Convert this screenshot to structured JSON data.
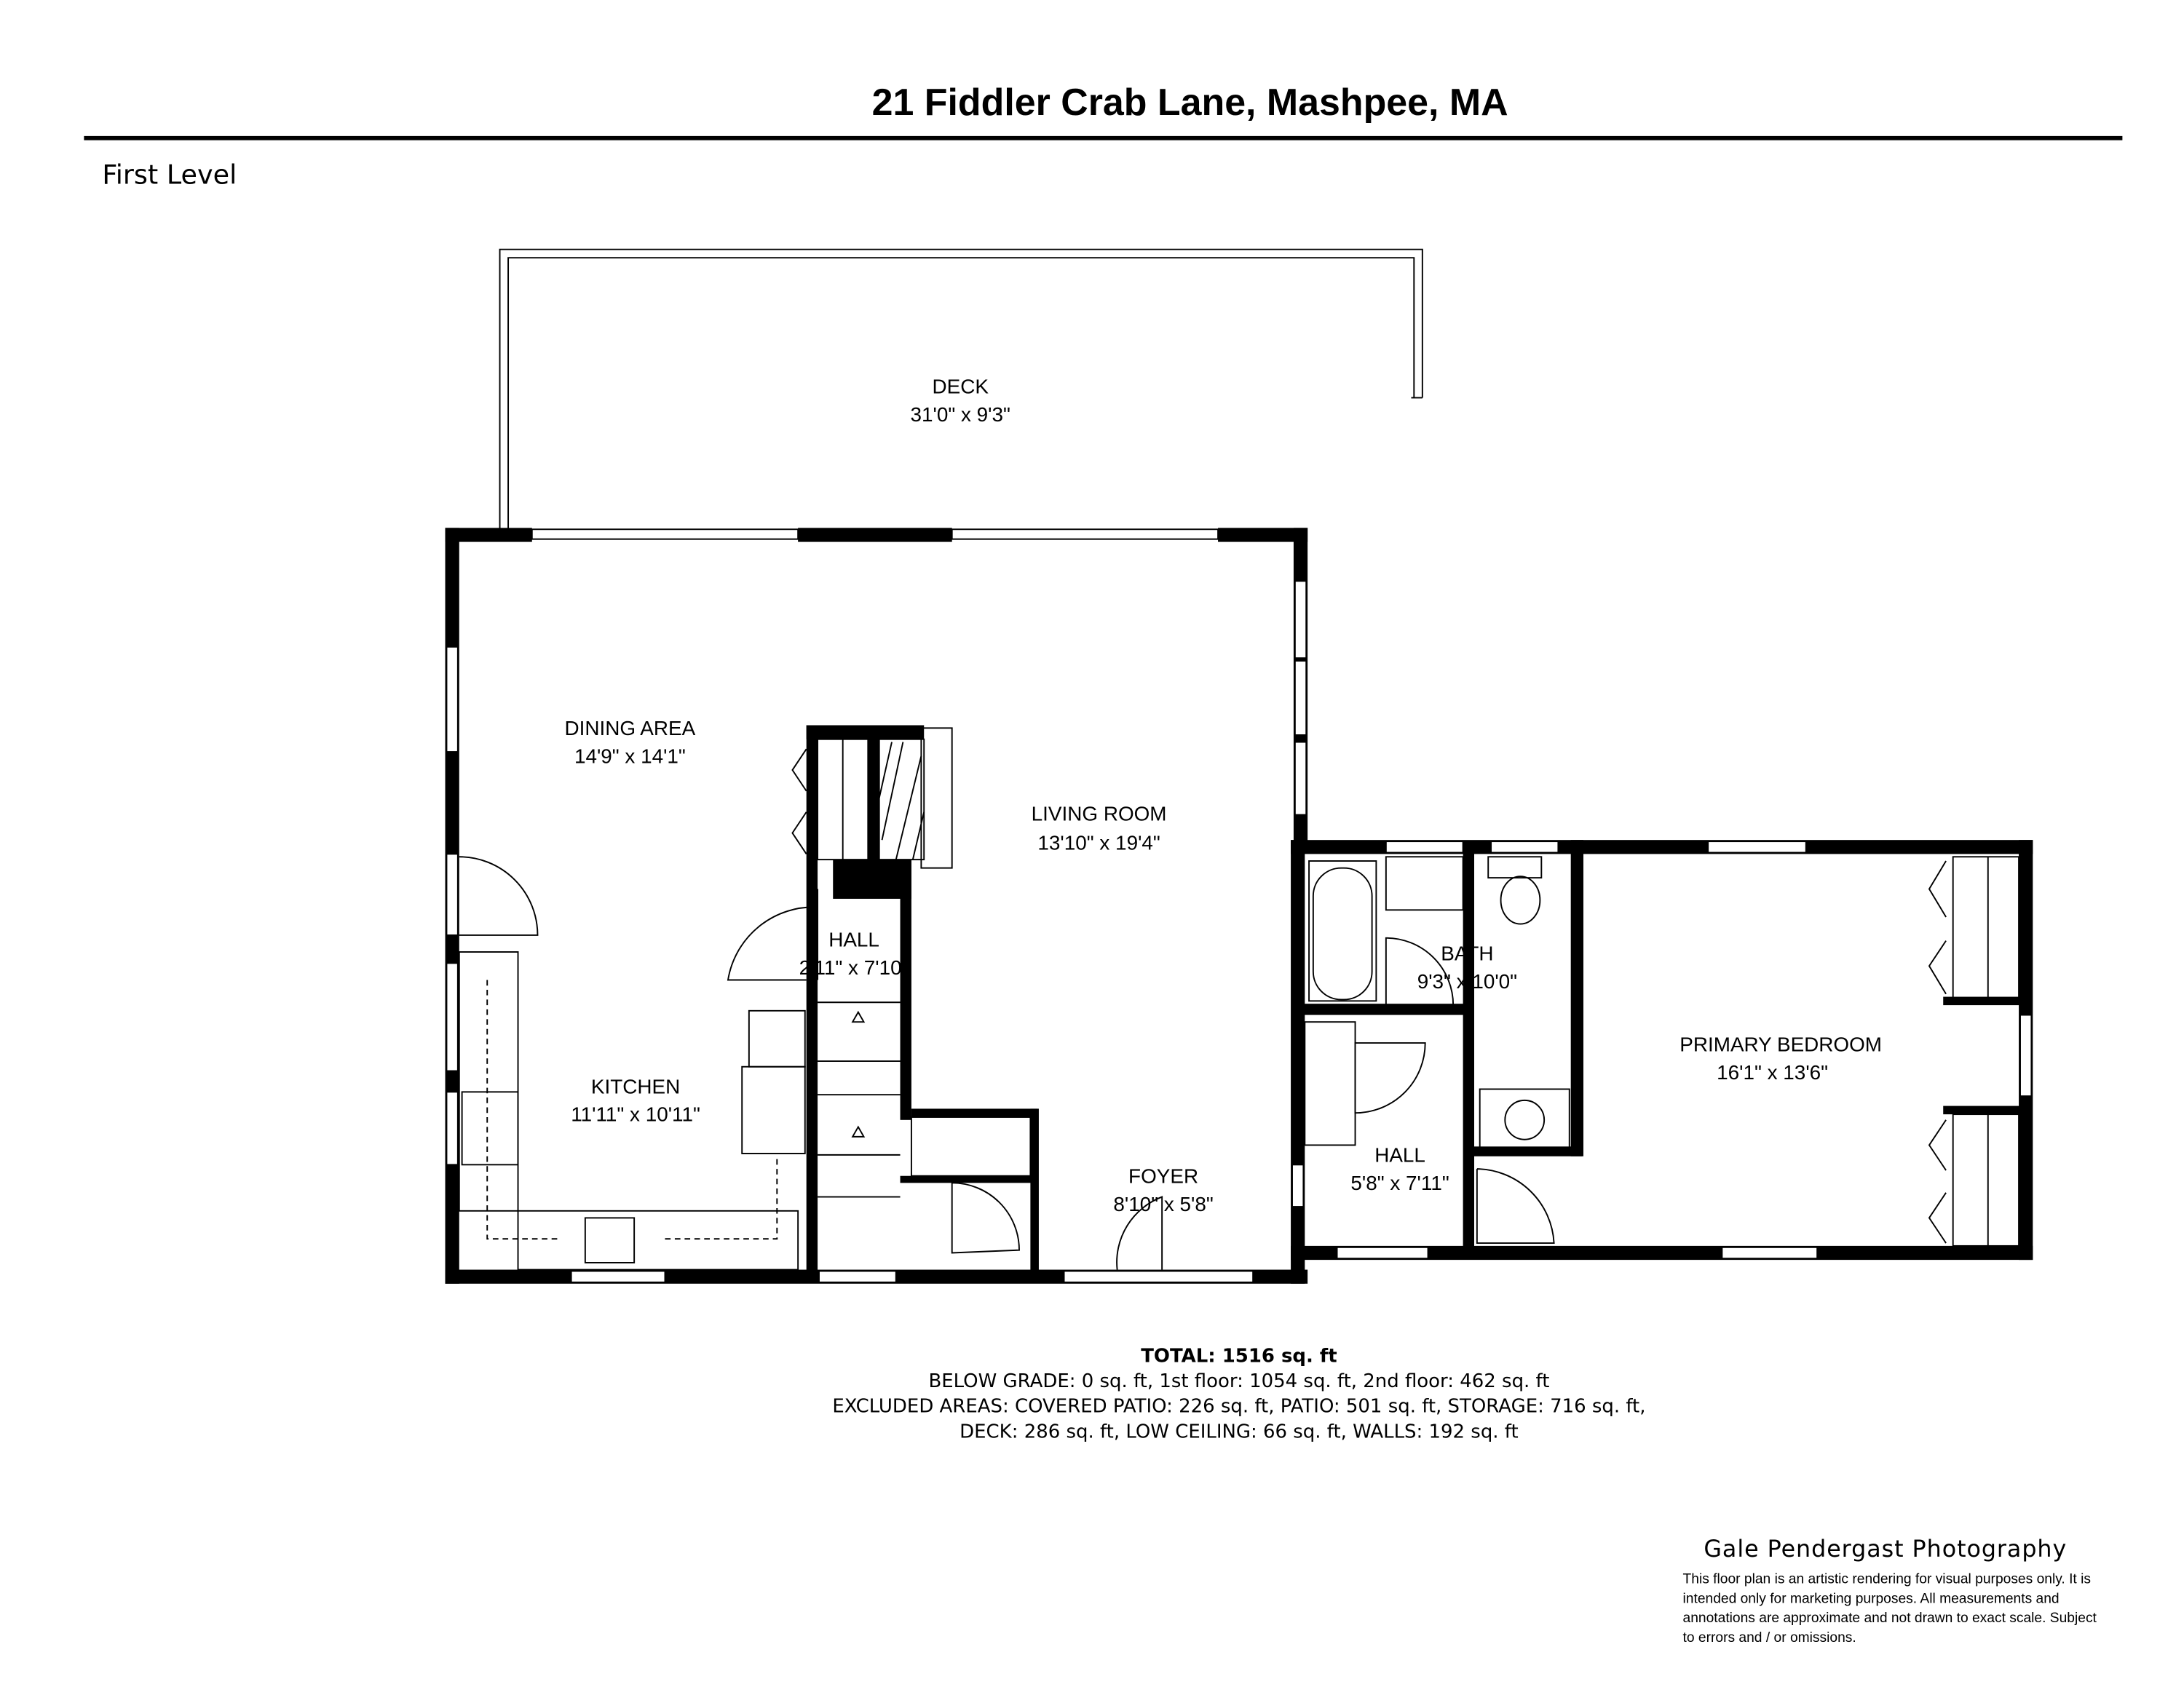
{
  "header": {
    "title": "21 Fiddler Crab Lane, Mashpee,  MA",
    "level": "First Level"
  },
  "rooms": [
    {
      "name": "DECK",
      "dims": "31'0\" x 9'3\""
    },
    {
      "name": "DINING AREA",
      "dims": "14'9\" x 14'1\""
    },
    {
      "name": "LIVING ROOM",
      "dims": "13'10\" x 19'4\""
    },
    {
      "name": "HALL",
      "dims": "2'11\" x 7'10\""
    },
    {
      "name": "KITCHEN",
      "dims": "11'11\" x 10'11\""
    },
    {
      "name": "FOYER",
      "dims": "8'10\" x 5'8\""
    },
    {
      "name": "BATH",
      "dims": "9'3\" x 10'0\""
    },
    {
      "name": "HALL",
      "dims": "5'8\" x 7'11\""
    },
    {
      "name": "PRIMARY BEDROOM",
      "dims": "16'1\" x 13'6\""
    }
  ],
  "summary": {
    "total": "TOTAL: 1516 sq. ft",
    "line1": "BELOW GRADE: 0 sq. ft, 1st floor: 1054 sq. ft, 2nd floor: 462 sq. ft",
    "line2": "EXCLUDED AREAS: COVERED PATIO: 226 sq. ft, PATIO: 501 sq. ft, STORAGE: 716 sq. ft,",
    "line3": "DECK: 286 sq. ft, LOW CEILING: 66 sq. ft, WALLS: 192 sq. ft"
  },
  "footer": {
    "brand": "Gale Pendergast Photography",
    "disclaimer": [
      "This floor plan is an artistic rendering for visual purposes only. It is",
      "intended only for marketing purposes. All measurements and",
      "annotations are approximate and not drawn to exact scale. Subject",
      "to errors and / or omissions."
    ]
  }
}
